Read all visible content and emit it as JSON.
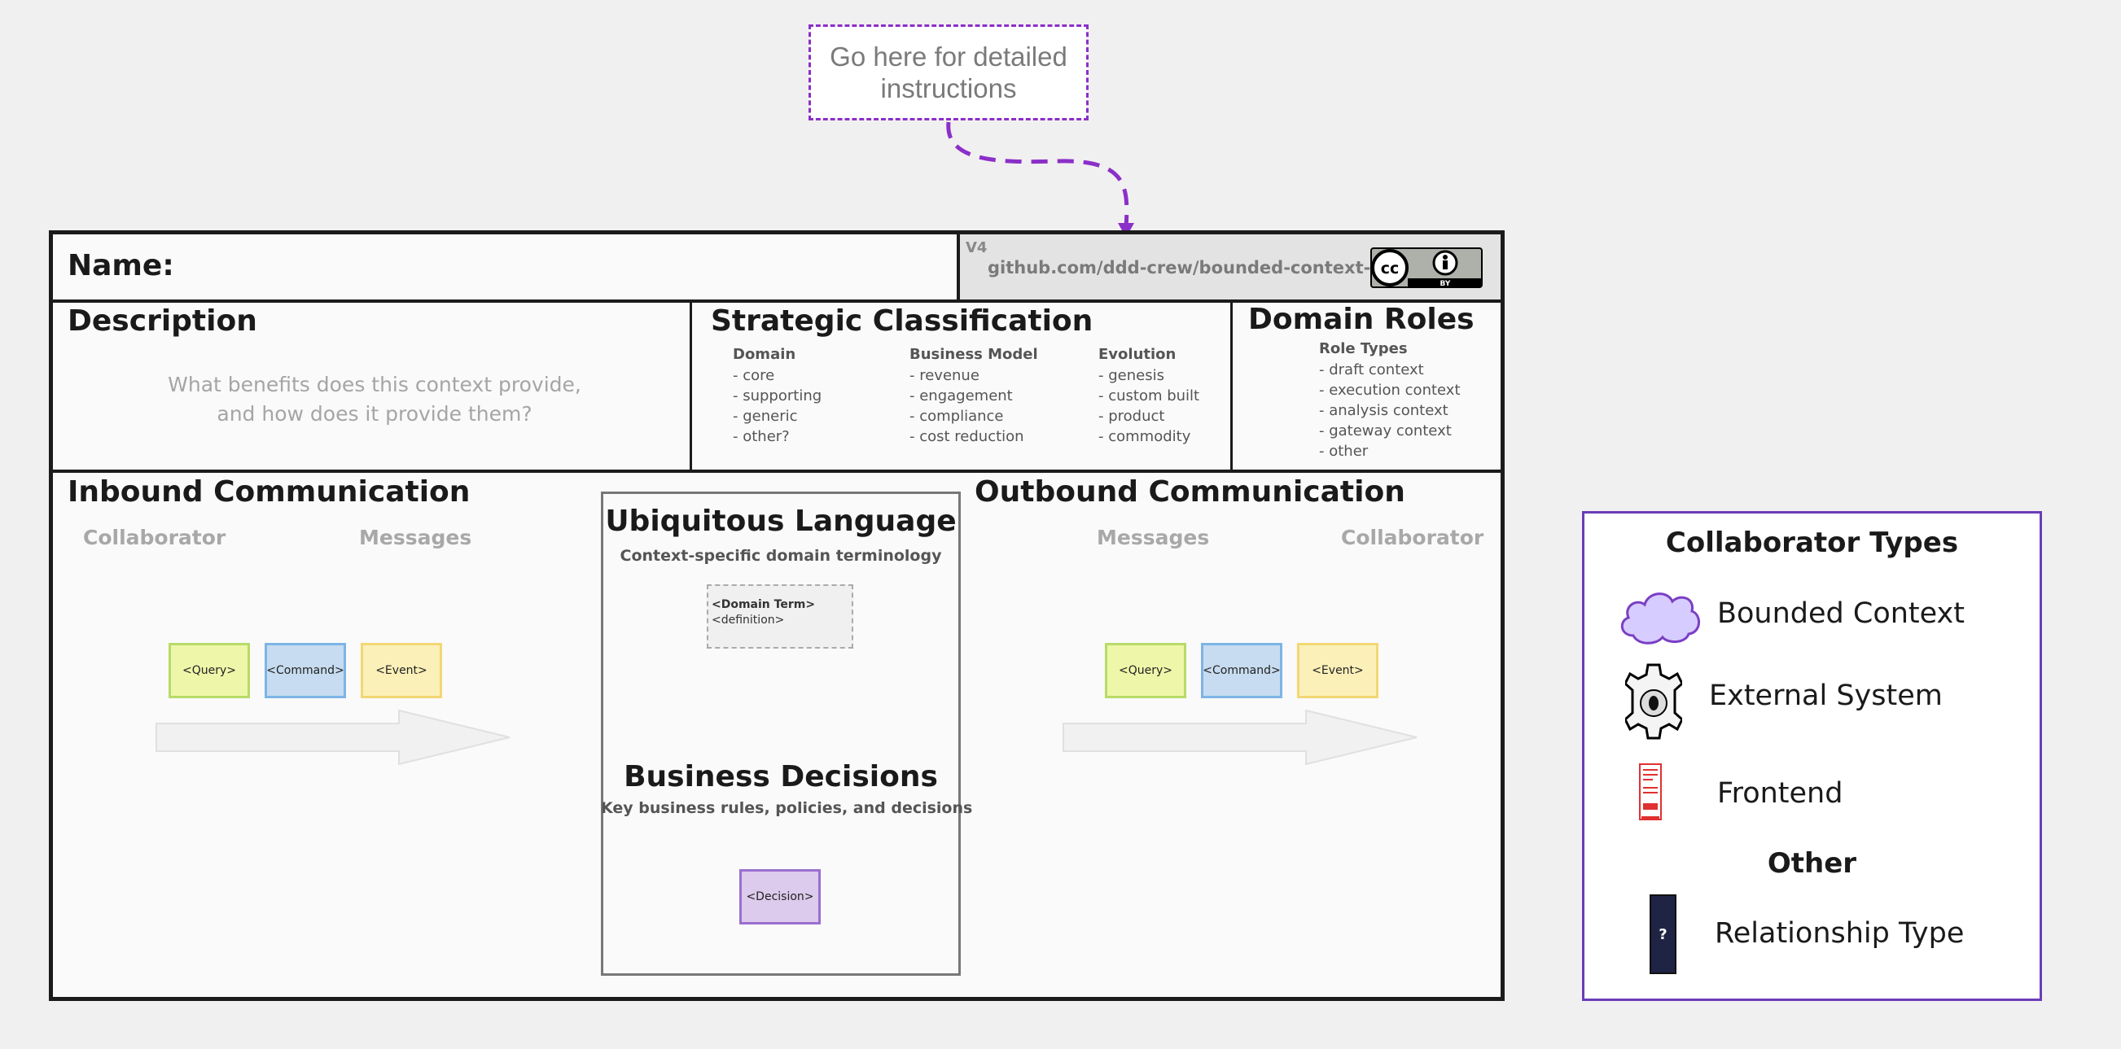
{
  "instructions_note": "Go here for detailed instructions",
  "header": {
    "name_label": "Name:",
    "version": "V4",
    "repo_link": "github.com/ddd-crew/bounded-context-canvas",
    "license_badge": {
      "symbol": "cc",
      "attribution": "BY"
    }
  },
  "description": {
    "title": "Description",
    "prompt_line1": "What benefits does this context provide,",
    "prompt_line2": "and how does it provide them?"
  },
  "strategic_classification": {
    "title": "Strategic Classification",
    "columns": [
      {
        "heading": "Domain",
        "items": [
          "- core",
          "- supporting",
          "- generic",
          "- other?"
        ]
      },
      {
        "heading": "Business Model",
        "items": [
          "- revenue",
          "- engagement",
          "- compliance",
          "- cost reduction"
        ]
      },
      {
        "heading": "Evolution",
        "items": [
          "- genesis",
          "- custom built",
          "- product",
          "- commodity"
        ]
      }
    ]
  },
  "domain_roles": {
    "title": "Domain Roles",
    "heading": "Role Types",
    "items": [
      "- draft context",
      "- execution context",
      "- analysis context",
      "- gateway context",
      "- other"
    ]
  },
  "inbound": {
    "title": "Inbound Communication",
    "col_collaborator": "Collaborator",
    "col_messages": "Messages",
    "stickies": [
      "<Query>",
      "<Command>",
      "<Event>"
    ]
  },
  "outbound": {
    "title": "Outbound Communication",
    "col_messages": "Messages",
    "col_collaborator": "Collaborator",
    "stickies": [
      "<Query>",
      "<Command>",
      "<Event>"
    ]
  },
  "ubiquitous_language": {
    "title": "Ubiquitous Language",
    "subtitle": "Context-specific domain terminology",
    "term": "<Domain Term>",
    "definition": "<definition>"
  },
  "business_decisions": {
    "title": "Business Decisions",
    "subtitle": "Key business rules, policies, and decisions",
    "sticky": "<Decision>"
  },
  "legend": {
    "title": "Collaborator Types",
    "items": [
      {
        "icon": "cloud-icon",
        "label": "Bounded Context"
      },
      {
        "icon": "gear-icon",
        "label": "External System"
      },
      {
        "icon": "frontend-icon",
        "label": "Frontend"
      }
    ],
    "other_title": "Other",
    "other_items": [
      {
        "icon": "question-block-icon",
        "glyph": "?",
        "label": "Relationship Type"
      }
    ]
  },
  "colors": {
    "accent_purple": "#8b2fc9",
    "legend_border": "#6a3db8",
    "query": "#eef7a9",
    "command": "#c7dcf0",
    "event": "#fbf0b8",
    "decision": "#dccbec",
    "bounded_context_cloud": "#d6ccff",
    "frontend_red": "#e03030",
    "relationship_navy": "#1f2344"
  }
}
